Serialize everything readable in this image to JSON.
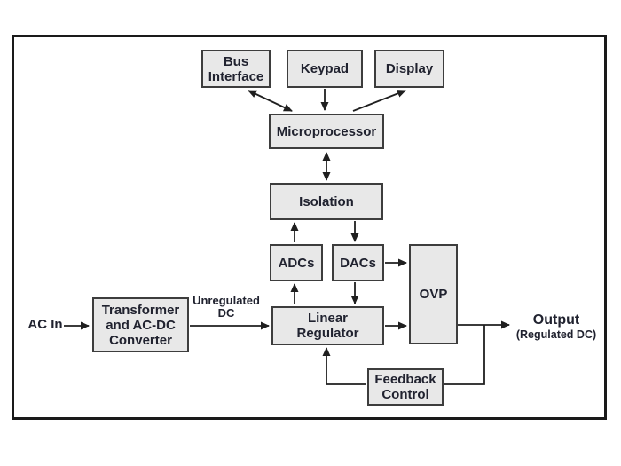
{
  "colors": {
    "page_bg": "#ffffff",
    "frame_border": "#1a1a1a",
    "box_fill": "#e8e8e8",
    "box_border": "#3d3d3d",
    "line": "#1f1f1f",
    "text": "#20222f"
  },
  "diagram": {
    "nodes": {
      "bus_interface": {
        "lines": [
          "Bus",
          "Interface"
        ]
      },
      "keypad": {
        "lines": [
          "Keypad"
        ]
      },
      "display": {
        "lines": [
          "Display"
        ]
      },
      "microprocessor": {
        "lines": [
          "Microprocessor"
        ]
      },
      "isolation": {
        "lines": [
          "Isolation"
        ]
      },
      "adcs": {
        "lines": [
          "ADCs"
        ]
      },
      "dacs": {
        "lines": [
          "DACs"
        ]
      },
      "ovp": {
        "lines": [
          "OVP"
        ]
      },
      "linear_regulator": {
        "lines": [
          "Linear",
          "Regulator"
        ]
      },
      "transformer": {
        "lines": [
          "Transformer",
          "and AC-DC",
          "Converter"
        ]
      },
      "feedback_control": {
        "lines": [
          "Feedback",
          "Control"
        ]
      }
    },
    "labels": {
      "ac_in": "AC In",
      "unregulated": [
        "Unregulated",
        "DC"
      ],
      "output": "Output",
      "output_sub": "(Regulated DC)"
    }
  }
}
